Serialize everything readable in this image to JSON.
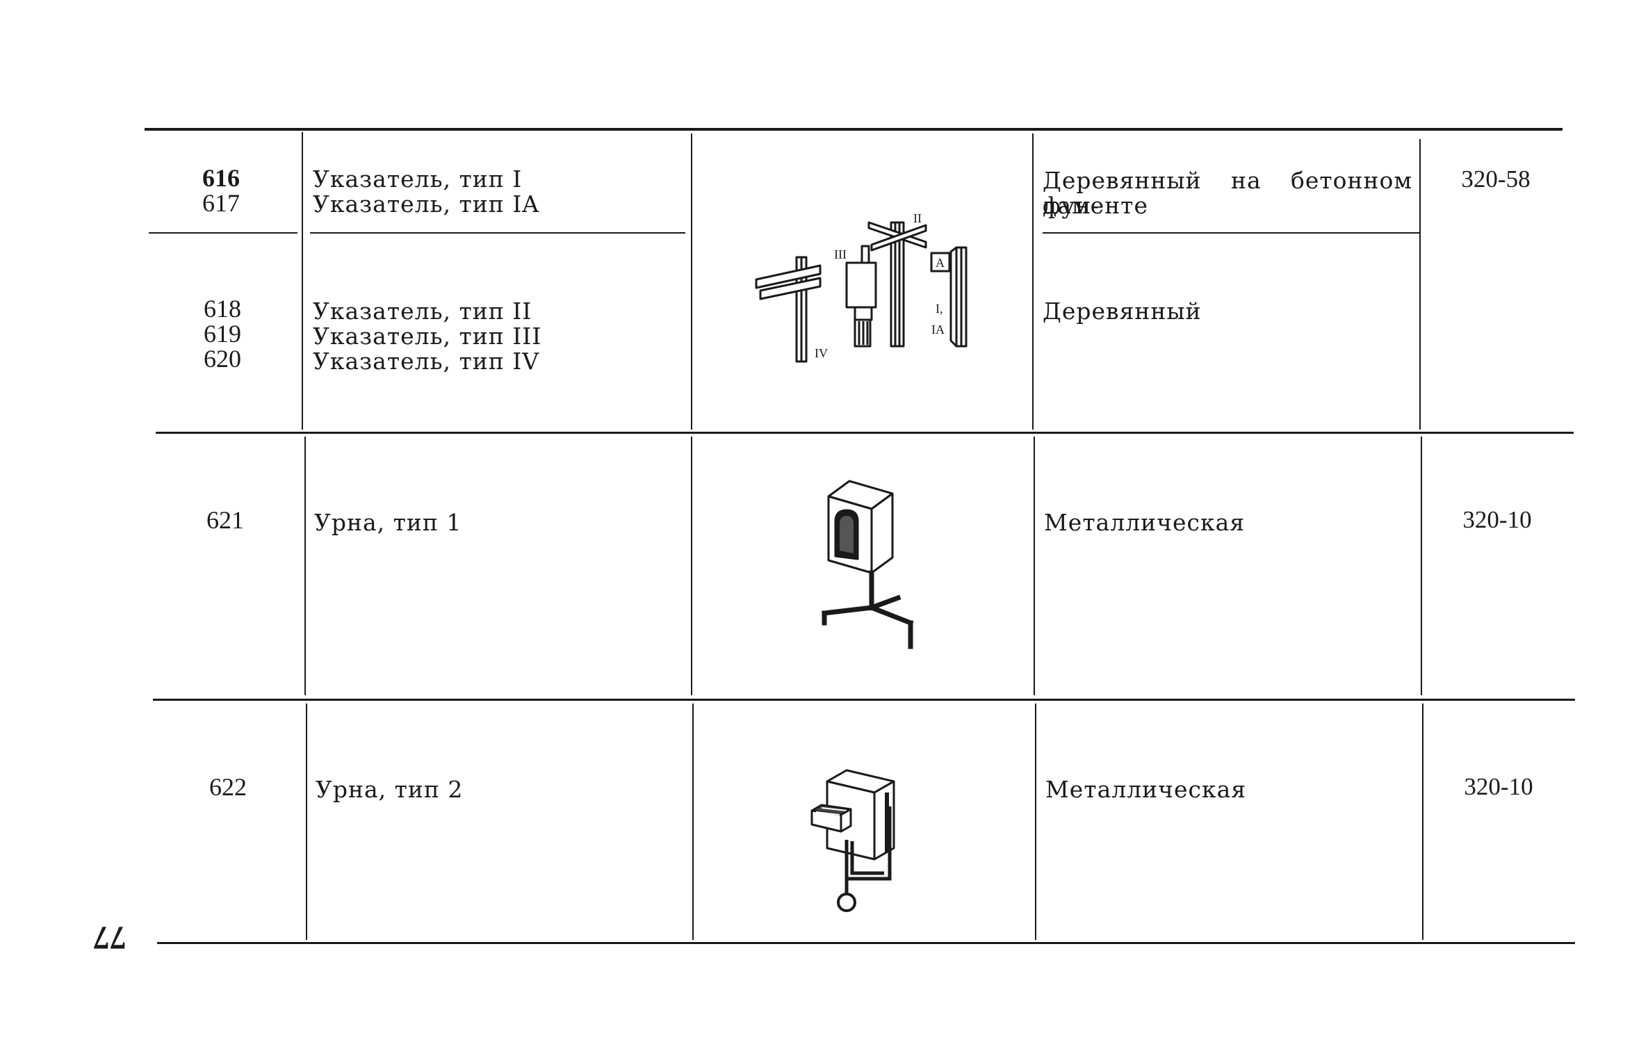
{
  "rows": [
    {
      "items": [
        {
          "number": "616",
          "name": "Указатель, тип I"
        },
        {
          "number": "617",
          "name": "Указатель, тип IA"
        }
      ],
      "material": [
        "Деревянный на бетонном фун-",
        "даменте"
      ],
      "code": "320-58"
    },
    {
      "items": [
        {
          "number": "618",
          "name": "Указатель, тип II"
        },
        {
          "number": "619",
          "name": "Указатель, тип III"
        },
        {
          "number": "620",
          "name": "Указатель, тип IV"
        }
      ],
      "material": [
        "Деревянный"
      ],
      "code": ""
    },
    {
      "items": [
        {
          "number": "621",
          "name": "Урна, тип 1"
        }
      ],
      "material": [
        "Металлическая"
      ],
      "code": "320-10"
    },
    {
      "items": [
        {
          "number": "622",
          "name": "Урна, тип 2"
        }
      ],
      "material": [
        "Металлическая"
      ],
      "code": "320-10"
    }
  ],
  "illustration_labels": {
    "type_ii": "II",
    "type_iii": "III",
    "type_iv": "IV",
    "type_a": "A",
    "type_i_ia_1": "I,",
    "type_i_ia_2": "IA"
  },
  "page_number": "77"
}
